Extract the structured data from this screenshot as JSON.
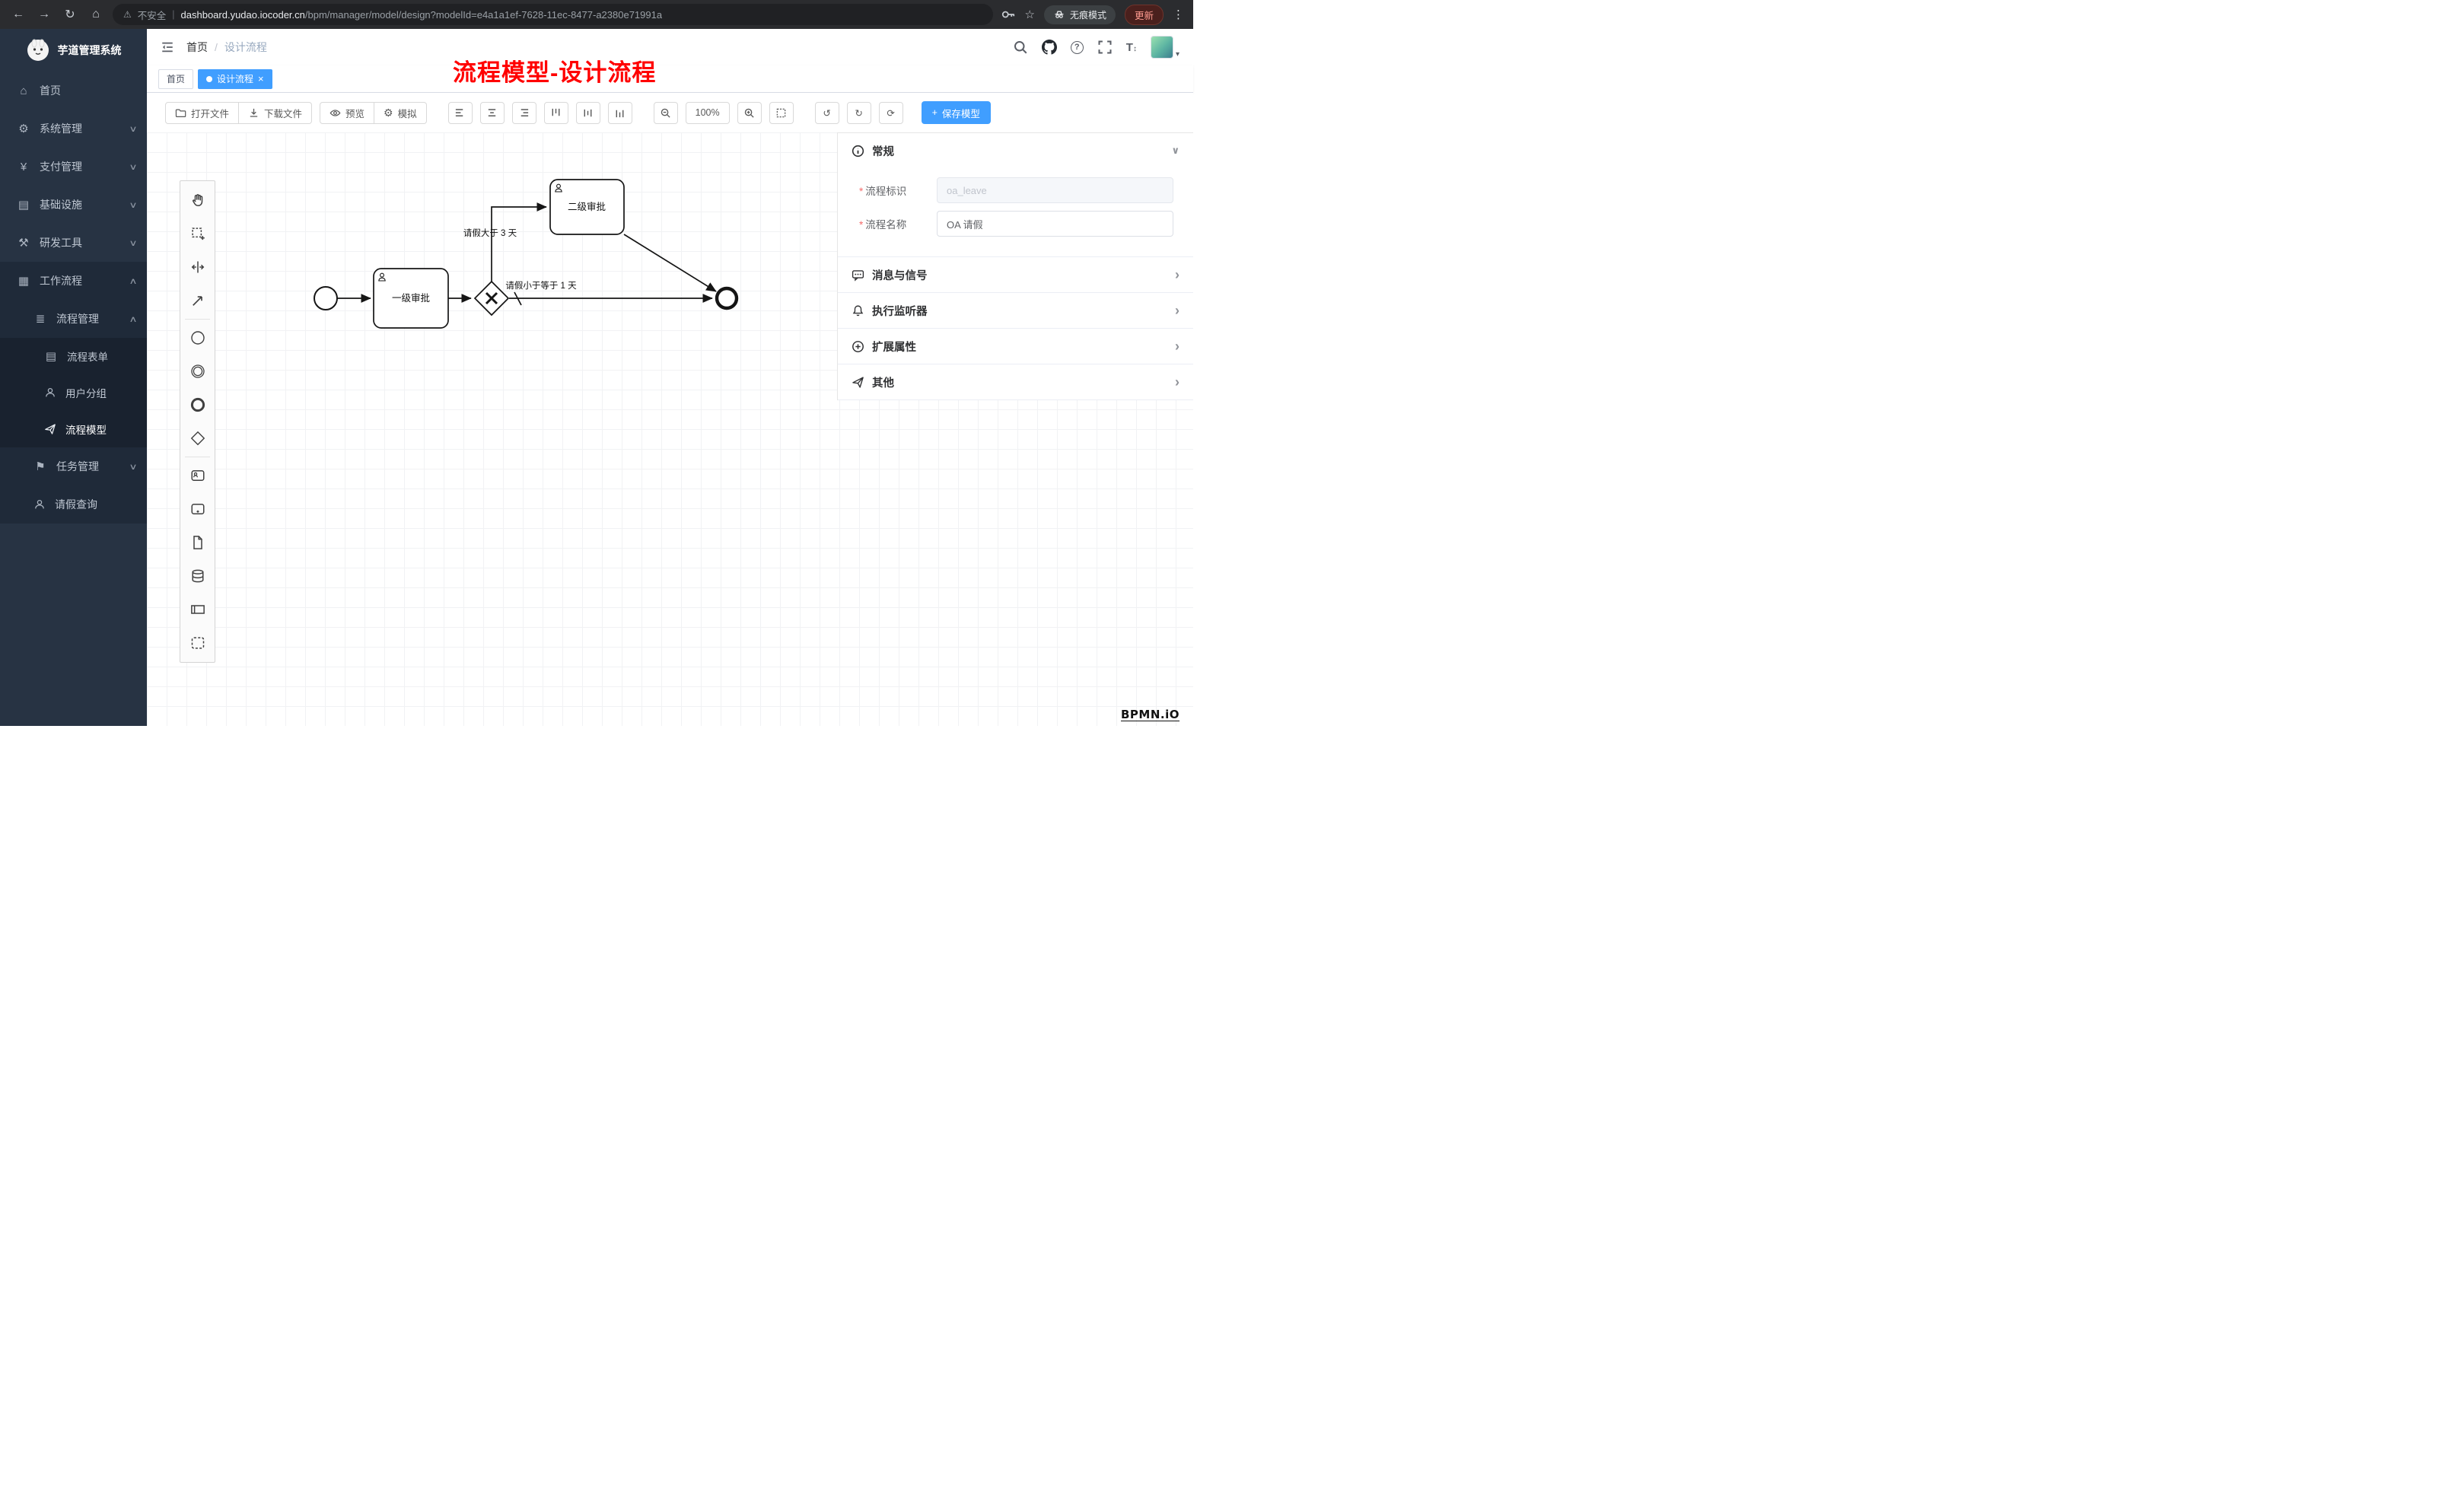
{
  "browser": {
    "security": "不安全",
    "url_domain": "dashboard.yudao.iocoder.cn",
    "url_path": "/bpm/manager/model/design?modelId=e4a1a1ef-7628-11ec-8477-a2380e71991a",
    "incognito": "无痕模式",
    "update": "更新"
  },
  "sidebar": {
    "title": "芋道管理系统",
    "items": [
      {
        "label": "首页"
      },
      {
        "label": "系统管理"
      },
      {
        "label": "支付管理"
      },
      {
        "label": "基础设施"
      },
      {
        "label": "研发工具"
      },
      {
        "label": "工作流程"
      }
    ],
    "submenu": {
      "label": "流程管理",
      "children": [
        {
          "label": "流程表单"
        },
        {
          "label": "用户分组"
        },
        {
          "label": "流程模型"
        }
      ]
    },
    "extra": [
      {
        "label": "任务管理"
      },
      {
        "label": "请假查询"
      }
    ]
  },
  "header": {
    "breadcrumb": [
      "首页",
      "设计流程"
    ]
  },
  "tabs": [
    {
      "label": "首页"
    },
    {
      "label": "设计流程"
    }
  ],
  "annotation": "流程模型-设计流程",
  "toolbar": {
    "open": "打开文件",
    "download": "下载文件",
    "preview": "预览",
    "simulate": "模拟",
    "zoom": "100%",
    "save": "保存模型"
  },
  "diagram": {
    "task1": "一级审批",
    "task2": "二级审批",
    "flow_gt": "请假大于 3 天",
    "flow_le": "请假小于等于 1 天"
  },
  "panel": {
    "general": "常规",
    "fields": [
      {
        "label": "流程标识",
        "value": "oa_leave"
      },
      {
        "label": "流程名称",
        "value": "OA 请假"
      }
    ],
    "sections": [
      {
        "label": "消息与信号"
      },
      {
        "label": "执行监听器"
      },
      {
        "label": "扩展属性"
      },
      {
        "label": "其他"
      }
    ]
  },
  "watermark": "BPMN.iO",
  "colors": {
    "accent": "#409eff",
    "danger": "#f56c6c",
    "annotation": "#ff0000"
  },
  "icons": {
    "back": "←",
    "forward": "→",
    "reload": "↻",
    "home_nav": "⌂",
    "warning": "⚠",
    "star": "☆",
    "kebab": "⋮",
    "menu_home": "⌂",
    "menu_gear": "⚙",
    "menu_yen": "¥",
    "menu_infra": "▤",
    "menu_tools": "⚒",
    "menu_workflow": "▦",
    "menu_list": "≣",
    "menu_form": "▤",
    "menu_task": "⚑",
    "chevron_down": "∨",
    "chevron_up": "∧",
    "chevron_right": "›",
    "undo": "↺",
    "redo": "↻",
    "refresh": "⟳",
    "close": "×",
    "caret": "▾",
    "question": "?",
    "font_size": "T",
    "arrow_updown": "↕",
    "slash_sep": "/",
    "gear": "⚙",
    "plus": "+"
  }
}
